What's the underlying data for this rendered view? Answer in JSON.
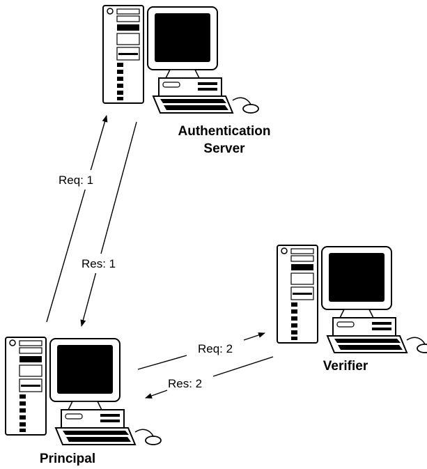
{
  "nodes": {
    "auth_server": {
      "icon": "desktop-computer-icon",
      "label_line1": "Authentication",
      "label_line2": "Server"
    },
    "principal": {
      "icon": "desktop-computer-icon",
      "label": "Principal"
    },
    "verifier": {
      "icon": "desktop-computer-icon",
      "label": "Verifier"
    }
  },
  "edges": {
    "req1": {
      "label": "Req: 1"
    },
    "res1": {
      "label": "Res: 1"
    },
    "req2": {
      "label": "Req: 2"
    },
    "res2": {
      "label": "Res: 2"
    }
  },
  "colors": {
    "ink": "#000000",
    "screen": "#000000",
    "background": "#ffffff"
  }
}
